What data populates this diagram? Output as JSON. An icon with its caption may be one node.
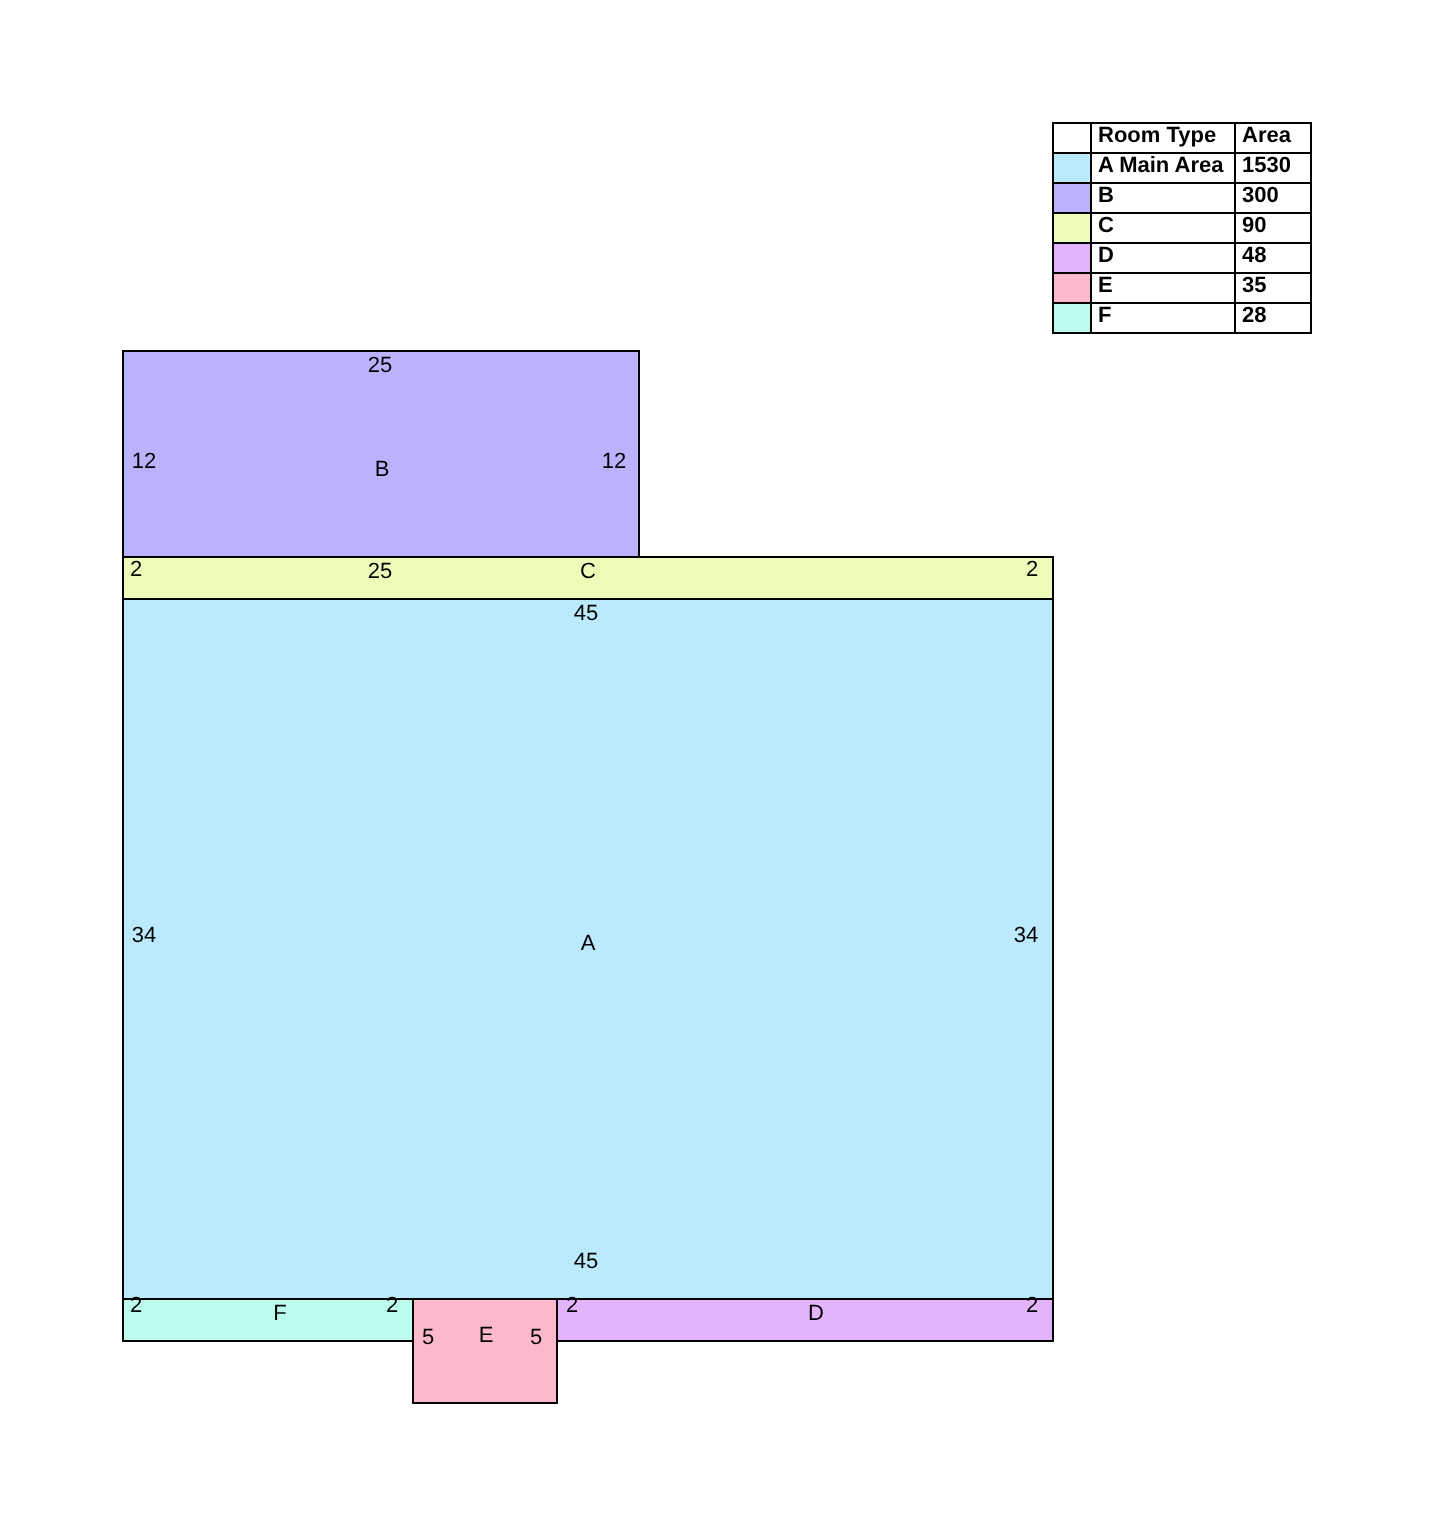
{
  "diagram": {
    "nodes": [
      {
        "text": [
          "B"
        ]
      },
      {
        "text": [
          "C"
        ]
      },
      {
        "text": [
          "A"
        ]
      },
      {
        "text": [
          "F"
        ]
      },
      {
        "text": [
          "E"
        ]
      },
      {
        "text": [
          "D"
        ]
      }
    ],
    "edges": [],
    "labels": [
      "Room Type",
      "Area",
      "1530",
      "300",
      "90",
      "48",
      "35",
      "28",
      "25",
      "12",
      "12",
      "2",
      "25",
      "2",
      "45",
      "34",
      "34",
      "45",
      "2",
      "2",
      "2",
      "2",
      "5",
      "5"
    ],
    "legend": [
      {
        "text": "A Main Area",
        "color": "#bbeaff"
      },
      {
        "text": "B",
        "color": "#b9b3fd"
      },
      {
        "text": "C",
        "color": "#edfbb9"
      },
      {
        "text": "D",
        "color": "#e3b3fb"
      },
      {
        "text": "E",
        "color": "#fcb9cc"
      },
      {
        "text": "F",
        "color": "#bbfcee"
      }
    ]
  }
}
